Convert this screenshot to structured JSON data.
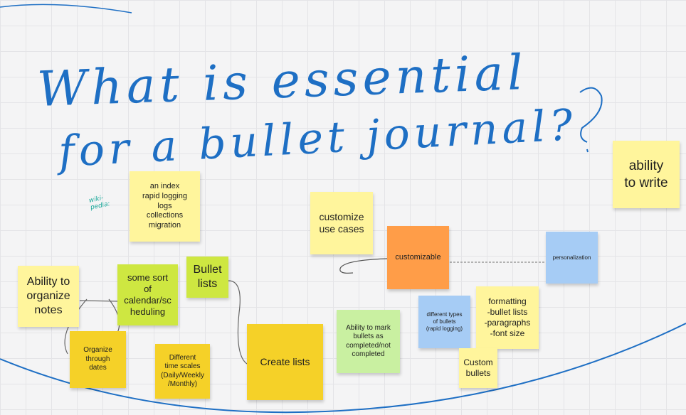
{
  "board": {
    "handwritten_title_line1": "What is essential",
    "handwritten_title_line2": "for a bullet journal?",
    "handwritten_note": "wiki-\npedia:"
  },
  "colors": {
    "light_yellow": "#fff59c",
    "yellow": "#f5d128",
    "lime": "#cee741",
    "light_green": "#c9f0a1",
    "orange": "#ff9d48",
    "light_blue": "#a6ccf5",
    "ink_blue": "#1e6fc4",
    "ink_teal": "#1aa89a"
  },
  "notes": {
    "ability_to_write": "ability\nto write",
    "wiki_list": "an index\nrapid logging\nlogs\ncollections\nmigration",
    "customize_use_cases": "customize\nuse cases",
    "customizable": "customizable",
    "personalization": "personalization",
    "ability_to_organize_notes": "Ability to\norganize\nnotes",
    "calendar_scheduling": "some sort\nof\ncalendar/sc\nheduling",
    "bullet_lists": "Bullet\nlists",
    "different_types_of_bullets": "different types\nof bullets\n(rapid logging)",
    "formatting": "formatting\n-bullet lists\n-paragraphs\n-font size",
    "ability_to_mark_bullets": "Ability to mark\nbullets as\ncompleted/not\ncompleted",
    "organize_through_dates": "Organize\nthrough\ndates",
    "different_time_scales": "Different\ntime scales\n(Daily/Weekly\n/Monthly)",
    "create_lists": "Create lists",
    "custom_bullets": "Custom\nbullets"
  }
}
